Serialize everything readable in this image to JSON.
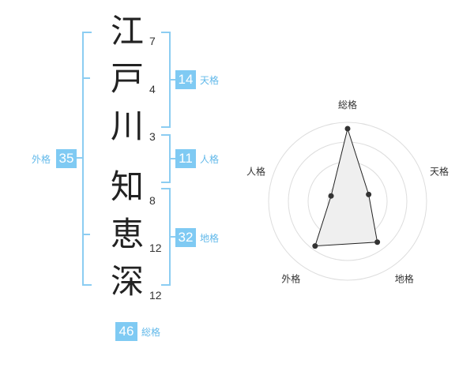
{
  "name": {
    "characters": [
      {
        "char": "江",
        "strokes": "7"
      },
      {
        "char": "戸",
        "strokes": "4"
      },
      {
        "char": "川",
        "strokes": "3"
      },
      {
        "char": "知",
        "strokes": "8"
      },
      {
        "char": "恵",
        "strokes": "12"
      },
      {
        "char": "深",
        "strokes": "12"
      }
    ]
  },
  "fortune": {
    "tenkaku": {
      "label": "天格",
      "value": "14"
    },
    "jinkaku": {
      "label": "人格",
      "value": "11"
    },
    "chikaku": {
      "label": "地格",
      "value": "32"
    },
    "gaikaku": {
      "label": "外格",
      "value": "35"
    },
    "soukaku": {
      "label": "総格",
      "value": "46"
    }
  },
  "chart_data": {
    "type": "radar",
    "axes": [
      "総格",
      "天格",
      "地格",
      "外格",
      "人格"
    ],
    "values": [
      46,
      14,
      32,
      35,
      11
    ],
    "rings": 4,
    "colors": {
      "fill": "#efefef",
      "line": "#222222",
      "point": "#333333",
      "grid": "#dddddd"
    }
  },
  "colors": {
    "accent": "#7fcaf3",
    "bracket": "#8ccdf2",
    "caption": "#62b9ea"
  }
}
